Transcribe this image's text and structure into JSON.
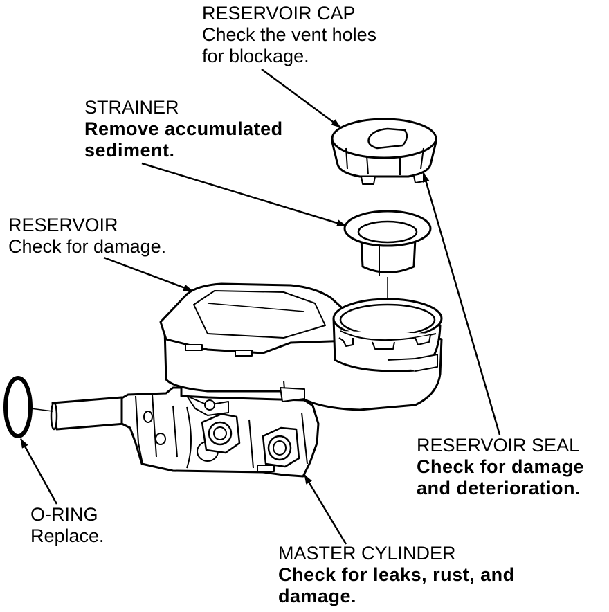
{
  "callouts": {
    "reservoir_cap": {
      "title": "RESERVOIR CAP",
      "line1": "Check the vent holes",
      "line2": "for blockage."
    },
    "strainer": {
      "title": "STRAINER",
      "line1": "Remove accumulated",
      "line2": "sediment."
    },
    "reservoir": {
      "title": "RESERVOIR",
      "line1": "Check for damage."
    },
    "reservoir_seal": {
      "title": "RESERVOIR SEAL",
      "line1": "Check for damage",
      "line2": "and deterioration."
    },
    "o_ring": {
      "title": "O-RING",
      "line1": "Replace."
    },
    "master_cylinder": {
      "title": "MASTER CYLINDER",
      "line1": "Check for leaks, rust, and",
      "line2": "damage."
    }
  }
}
